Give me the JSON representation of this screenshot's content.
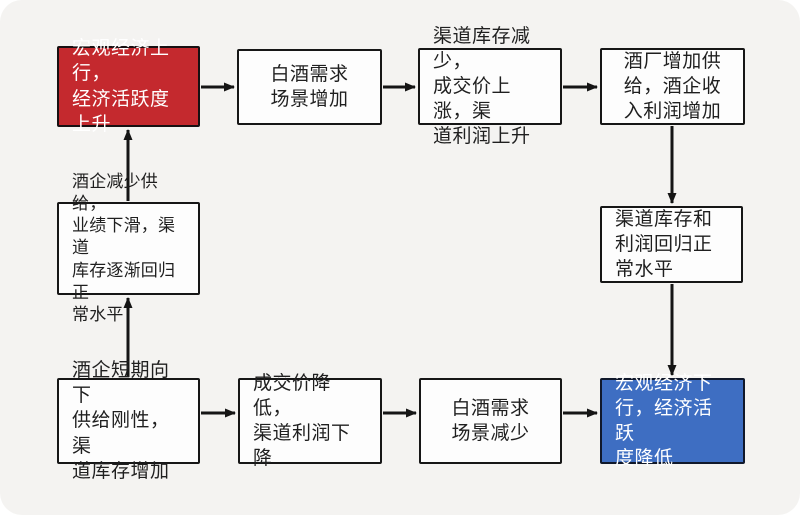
{
  "diagram": {
    "title": "baijiu-industry-macro-cycle-flowchart",
    "colors": {
      "accent_red": "#c4292e",
      "accent_blue": "#3e6ec2",
      "box_border": "#161616",
      "canvas_bg": "#f4f3f1",
      "arrow": "#151515",
      "text_dark": "#1f1f1f"
    },
    "nodes": {
      "macro_up": {
        "text": "宏观经济上行，\n经济活跃度上升"
      },
      "demand_up": {
        "text": "白酒需求\n场景增加"
      },
      "channel_up": {
        "text": "渠道库存减少，\n成交价上涨，渠\n道利润上升"
      },
      "supply_up": {
        "text": "酒厂增加供\n给，酒企收\n入利润增加"
      },
      "normalize_right": {
        "text": "渠道库存和\n利润回归正\n常水平"
      },
      "macro_down": {
        "text": "宏观经济下\n行，经济活跃\n度降低"
      },
      "supply_rigidity": {
        "text": "酒企短期向下\n供给刚性，渠\n道库存增加"
      },
      "price_down": {
        "text": "成交价降低，\n渠道利润下降"
      },
      "demand_down": {
        "text": "白酒需求\n场景减少"
      },
      "normalize_left": {
        "text": "酒企减少供给，\n业绩下滑，渠道\n库存逐渐回归正\n常水平"
      }
    },
    "edges": [
      {
        "from": "macro_up",
        "to": "demand_up"
      },
      {
        "from": "demand_up",
        "to": "channel_up"
      },
      {
        "from": "channel_up",
        "to": "supply_up"
      },
      {
        "from": "supply_up",
        "to": "normalize_right"
      },
      {
        "from": "normalize_right",
        "to": "macro_down"
      },
      {
        "from": "supply_rigidity",
        "to": "price_down"
      },
      {
        "from": "price_down",
        "to": "demand_down"
      },
      {
        "from": "demand_down",
        "to": "macro_down"
      },
      {
        "from": "supply_rigidity",
        "to": "normalize_left"
      },
      {
        "from": "normalize_left",
        "to": "macro_up"
      }
    ]
  }
}
